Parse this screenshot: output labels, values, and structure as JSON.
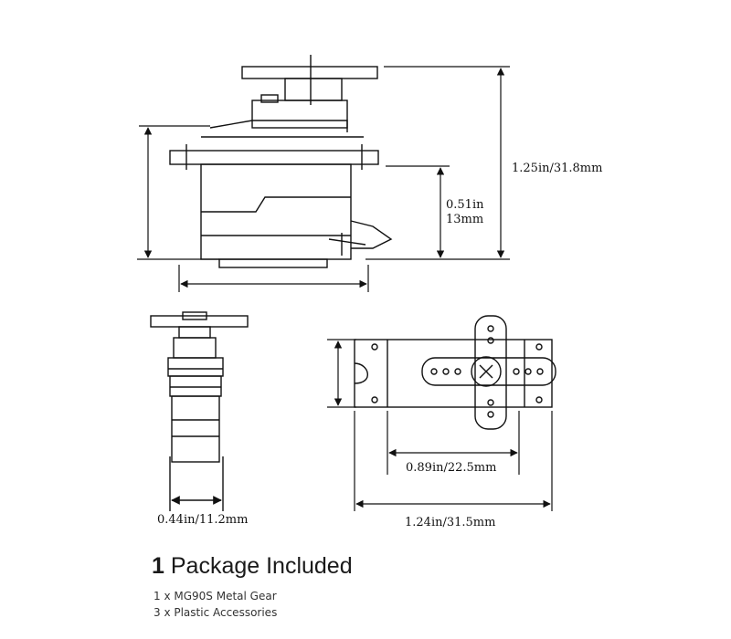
{
  "dimensions": {
    "overall_height": "1.25in/31.8mm",
    "mount_height_in": "0.51in",
    "mount_height_mm": "13mm",
    "width": "0.44in/11.2mm",
    "hole_spacing": "0.89in/22.5mm",
    "length": "1.24in/31.5mm"
  },
  "package": {
    "number": "1",
    "title": "Package Included",
    "items": [
      "1 x MG90S Metal Gear",
      "3 x Plastic Accessories"
    ]
  }
}
